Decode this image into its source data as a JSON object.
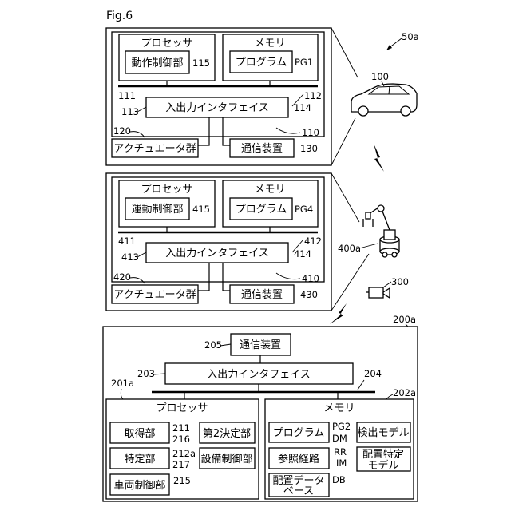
{
  "figure_label": "Fig.6",
  "system_ref": "50a",
  "vehicle": {
    "ref": "100",
    "processor": {
      "label": "プロセッサ",
      "ref": "111"
    },
    "motion_control": {
      "label": "動作制御部",
      "ref": "115"
    },
    "memory": {
      "label": "メモリ",
      "ref": "112"
    },
    "program": {
      "label": "プログラム",
      "ref": "PG1"
    },
    "io_interface": {
      "label": "入出力インタフェイス",
      "ref_left": "113",
      "ref_right": "114"
    },
    "body_ref": "110",
    "actuators": {
      "label": "アクチュエータ群",
      "ref": "120"
    },
    "comm": {
      "label": "通信装置",
      "ref": "130"
    }
  },
  "robot": {
    "ref": "400a",
    "processor": {
      "label": "プロセッサ",
      "ref": "411"
    },
    "motion_control": {
      "label": "運動制御部",
      "ref": "415"
    },
    "memory": {
      "label": "メモリ",
      "ref": "412"
    },
    "program": {
      "label": "プログラム",
      "ref": "PG4"
    },
    "io_interface": {
      "label": "入出力インタフェイス",
      "ref_left": "413",
      "ref_right": "414"
    },
    "body_ref": "410",
    "actuators": {
      "label": "アクチュエータ群",
      "ref": "420"
    },
    "comm": {
      "label": "通信装置",
      "ref": "430"
    }
  },
  "camera_ref": "300",
  "server": {
    "ref": "200a",
    "comm": {
      "label": "通信装置",
      "ref": "205"
    },
    "io_interface": {
      "label": "入出力インタフェイス",
      "ref_left": "203",
      "ref_right": "204"
    },
    "processor": {
      "label": "プロセッサ",
      "ref": "201a",
      "acquire": {
        "label": "取得部",
        "ref": "211"
      },
      "identify": {
        "label": "特定部",
        "ref": "212a"
      },
      "vehicle_control": {
        "label": "車両制御部",
        "ref": "215"
      },
      "second_decision": {
        "label": "第2決定部",
        "ref": "216"
      },
      "equipment_control": {
        "label": "設備制御部",
        "ref": "217"
      }
    },
    "memory": {
      "label": "メモリ",
      "ref": "202a",
      "program": {
        "label": "プログラム",
        "ref": "PG2"
      },
      "detection_model": {
        "label": "検出モデル",
        "ref": "DM"
      },
      "reference_route": {
        "label": "参照経路",
        "ref": "RR"
      },
      "placement_model": {
        "label_line1": "配置特定",
        "label_line2": "モデル",
        "ref": "IM"
      },
      "placement_db": {
        "label_line1": "配置データ",
        "label_line2": "ベース",
        "ref": "DB"
      }
    }
  }
}
